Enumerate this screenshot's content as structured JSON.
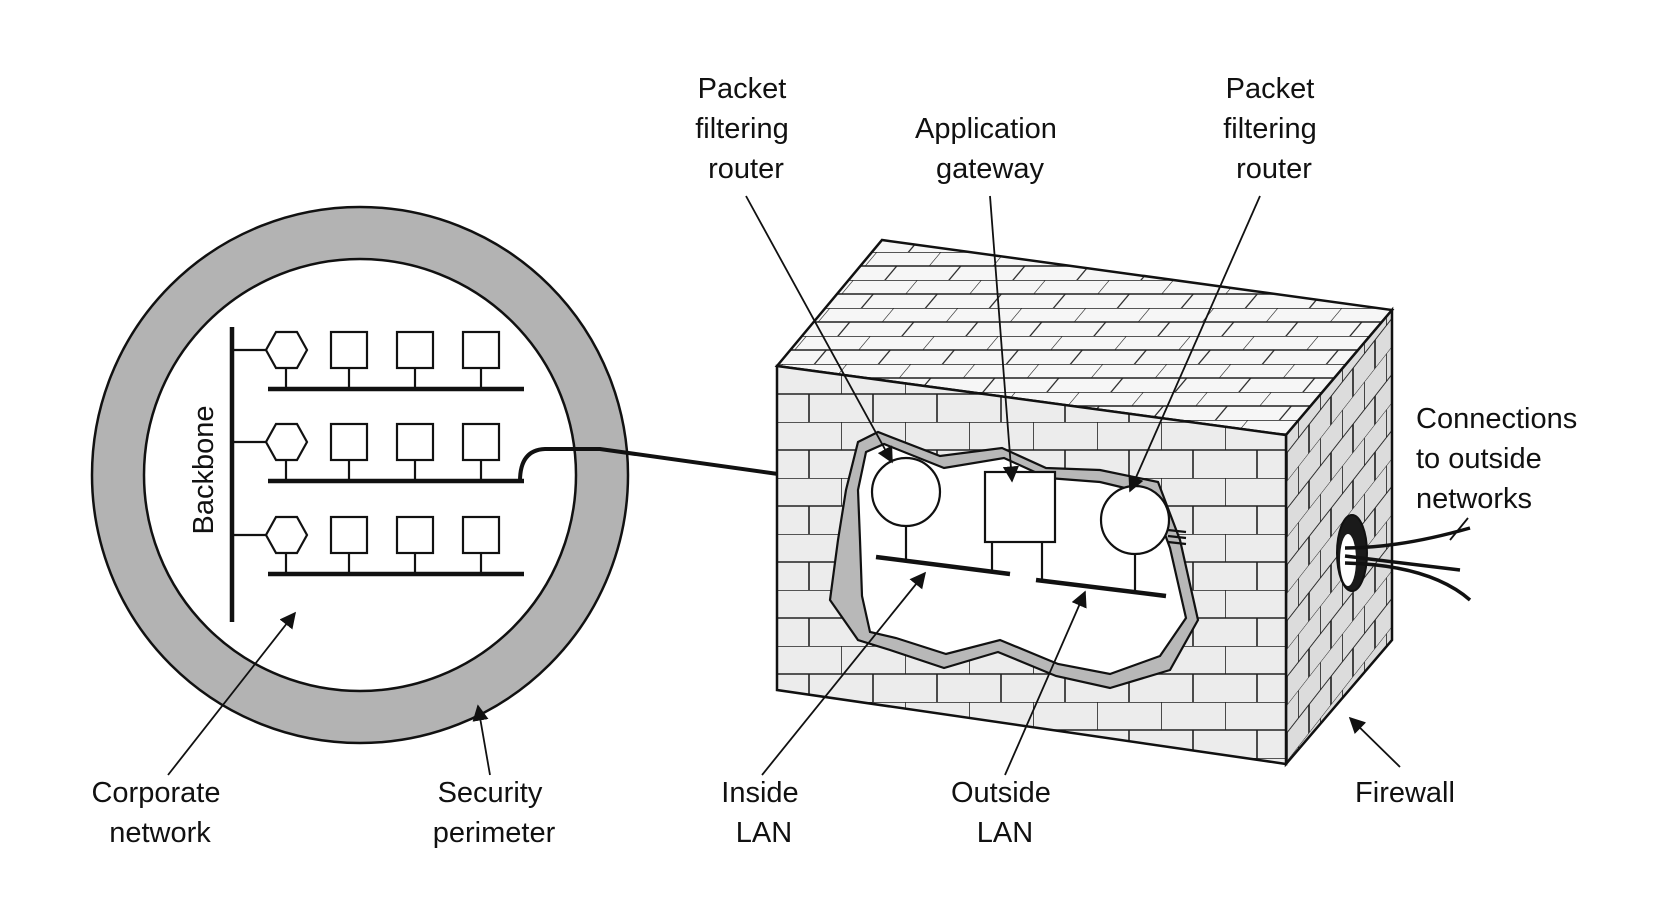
{
  "labels": {
    "packet_filtering_router_left": [
      "Packet",
      "filtering",
      "router"
    ],
    "application_gateway": [
      "Application",
      "gateway"
    ],
    "packet_filtering_router_right": [
      "Packet",
      "filtering",
      "router"
    ],
    "connections_outside": [
      "Connections",
      "to outside",
      "networks"
    ],
    "backbone": "Backbone",
    "corporate_network": [
      "Corporate",
      "network"
    ],
    "security_perimeter": [
      "Security",
      "perimeter"
    ],
    "inside_lan": [
      "Inside",
      "LAN"
    ],
    "outside_lan": [
      "Outside",
      "LAN"
    ],
    "firewall": "Firewall"
  },
  "colors": {
    "perimeter_ring": "#b3b3b3",
    "brick_face": "#ececec",
    "brick_top": "#f6f6f6",
    "brick_side": "#dcdcdc",
    "ink": "#111111"
  }
}
